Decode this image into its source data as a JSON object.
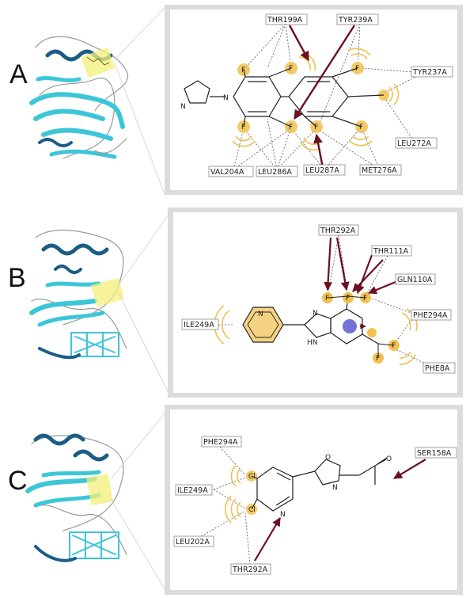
{
  "figure": {
    "panels": [
      {
        "letter": "A",
        "residues": {
          "thr199": "THR199A",
          "tyr239": "TYR239A",
          "tyr237": "TYR237A",
          "leu272": "LEU272A",
          "met276": "MET276A",
          "leu287": "LEU287A",
          "leu286": "LEU286A",
          "val204": "VAL204A"
        },
        "atoms": {
          "n": "N",
          "f": "F"
        }
      },
      {
        "letter": "B",
        "residues": {
          "thr292": "THR292A",
          "thr111": "THR111A",
          "gln110": "GLN110A",
          "phe294": "PHE294A",
          "phe8": "PHE8A",
          "ile249": "ILE249A"
        },
        "atoms": {
          "n": "N",
          "hn": "HN",
          "f": "F"
        }
      },
      {
        "letter": "C",
        "residues": {
          "phe294": "PHE294A",
          "ile249": "ILE249A",
          "leu202": "LEU202A",
          "thr292": "THR292A",
          "ser158": "SER158A"
        },
        "atoms": {
          "cl": "Cl",
          "n": "N",
          "o": "O"
        }
      }
    ]
  },
  "colors": {
    "hydrophobic": "#f2c14e",
    "hbond_arrow": "#6b1020",
    "helix": "#1c5c85",
    "sheet": "#3cc6d8",
    "loop": "#9a9a9a",
    "highlight": "#f4ef7a",
    "pi_center": "#5b5bd0"
  }
}
